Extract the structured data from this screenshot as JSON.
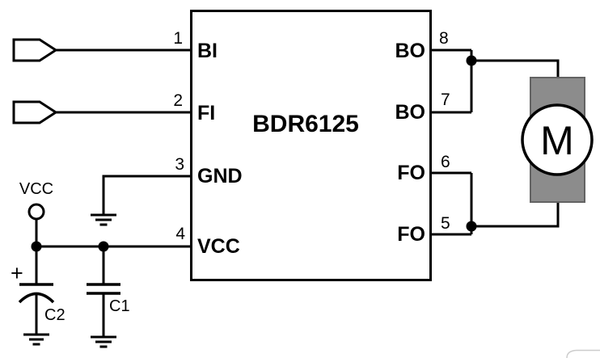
{
  "diagram": {
    "type": "circuit-schematic",
    "chip": {
      "name": "BDR6125",
      "left_pins": [
        {
          "number": "1",
          "label": "BI"
        },
        {
          "number": "2",
          "label": "FI"
        },
        {
          "number": "3",
          "label": "GND"
        },
        {
          "number": "4",
          "label": "VCC"
        }
      ],
      "right_pins": [
        {
          "number": "8",
          "label": "BO"
        },
        {
          "number": "7",
          "label": "BO"
        },
        {
          "number": "6",
          "label": "FO"
        },
        {
          "number": "5",
          "label": "FO"
        }
      ]
    },
    "power": {
      "supply_label": "VCC",
      "bulk_cap_label": "C2",
      "bulk_cap_polarity": "+",
      "decoupling_cap_label": "C1"
    },
    "motor": {
      "label": "M"
    },
    "colors": {
      "line": "#000000",
      "background": "#ffffff",
      "motor_body_fill": "#8c8c8c",
      "motor_body_border": "#636363"
    }
  }
}
